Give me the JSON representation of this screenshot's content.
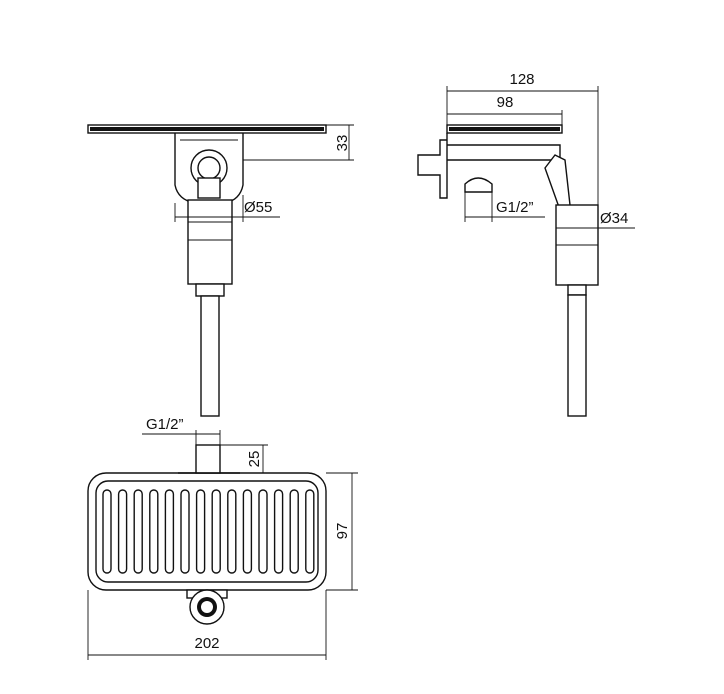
{
  "dimensions": {
    "front_height": "33",
    "front_diameter": "Ø55",
    "side_total_width": "128",
    "side_plate_width": "98",
    "side_thread": "G1/2”",
    "side_diameter": "Ø34",
    "top_thread": "G1/2”",
    "top_stub_length": "25",
    "top_depth": "97",
    "top_width": "202"
  }
}
